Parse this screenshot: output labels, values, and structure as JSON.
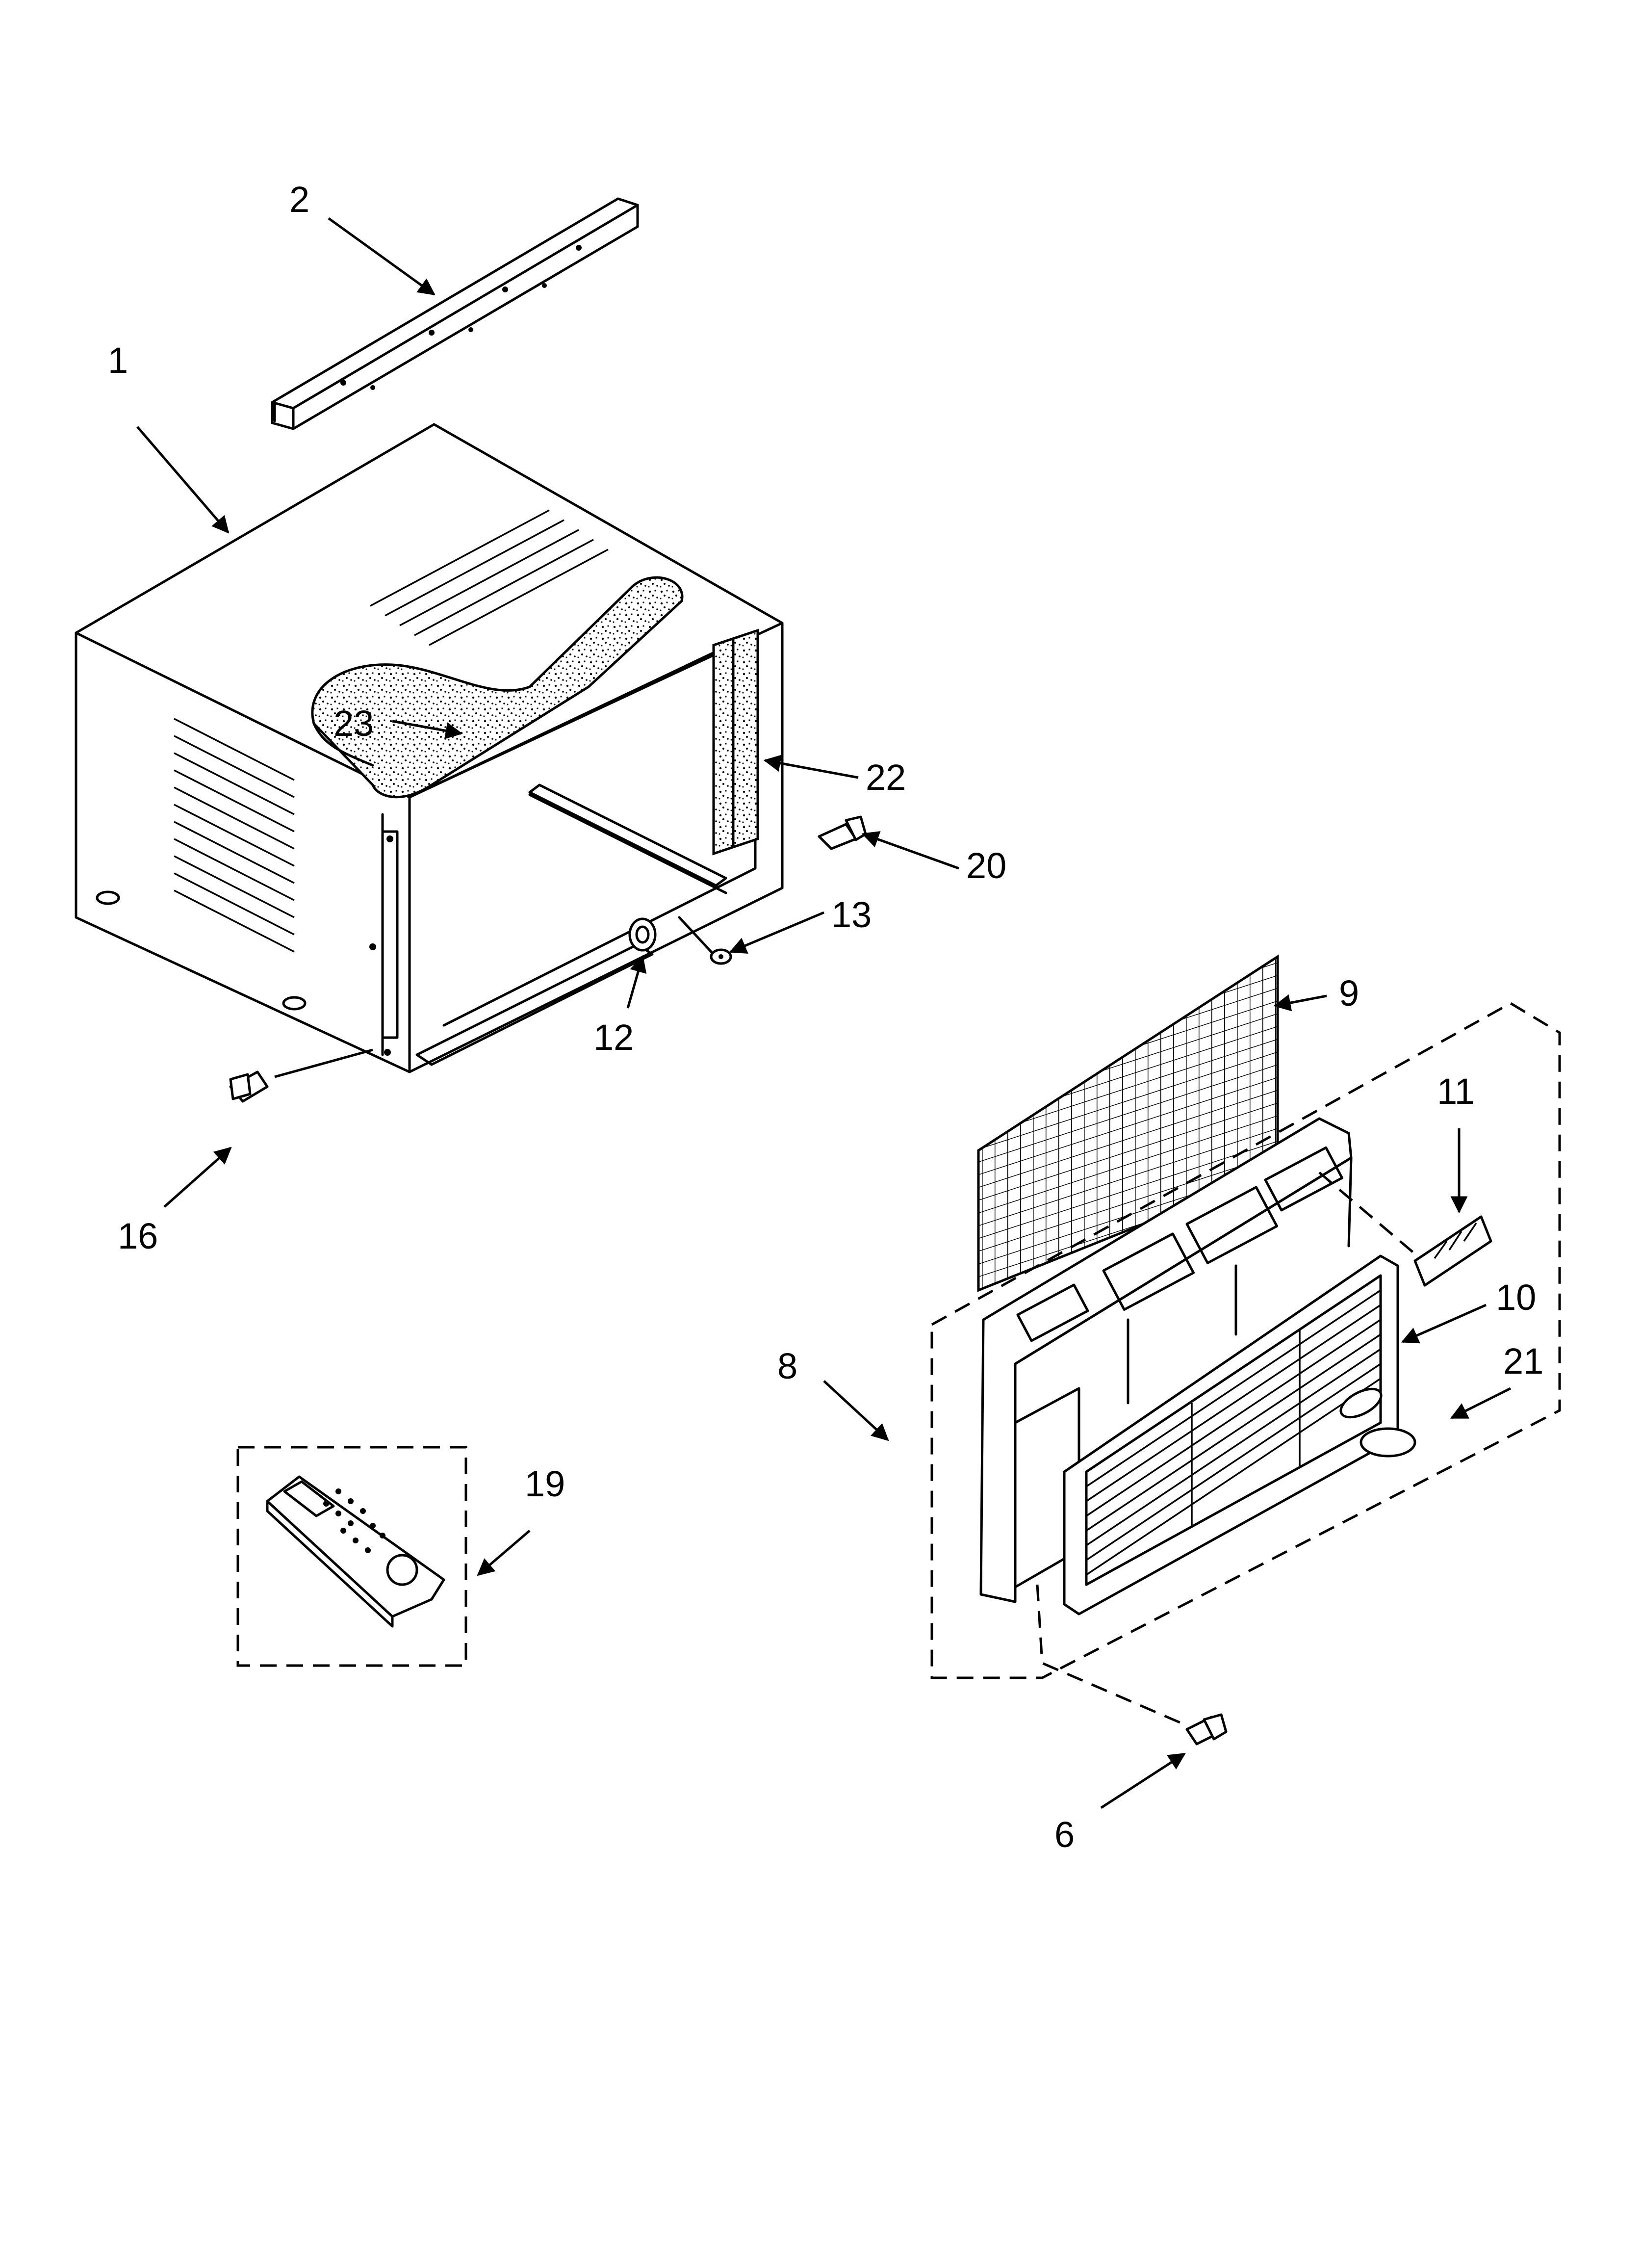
{
  "diagram": {
    "type": "exploded-parts-diagram",
    "callouts": [
      {
        "id": "1",
        "label": "1"
      },
      {
        "id": "2",
        "label": "2"
      },
      {
        "id": "6",
        "label": "6"
      },
      {
        "id": "8",
        "label": "8"
      },
      {
        "id": "9",
        "label": "9"
      },
      {
        "id": "10",
        "label": "10"
      },
      {
        "id": "11",
        "label": "11"
      },
      {
        "id": "12",
        "label": "12"
      },
      {
        "id": "13",
        "label": "13"
      },
      {
        "id": "16",
        "label": "16"
      },
      {
        "id": "19",
        "label": "19"
      },
      {
        "id": "20",
        "label": "20"
      },
      {
        "id": "21",
        "label": "21"
      },
      {
        "id": "22",
        "label": "22"
      },
      {
        "id": "23",
        "label": "23"
      }
    ]
  }
}
